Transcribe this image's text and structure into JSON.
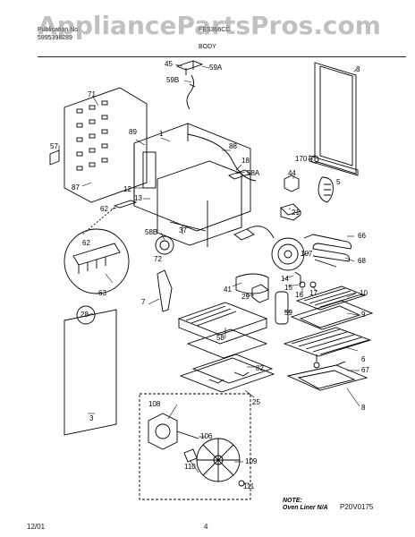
{
  "header": {
    "line1_left": "Publication No.",
    "line2_left": "5995398289",
    "model": "FES366CC",
    "section": "BODY"
  },
  "watermark": "AppliancePartsPros.com",
  "footer": {
    "date": "12/01",
    "page": "4",
    "code": "P20V0175"
  },
  "note": {
    "line1": "NOTE:",
    "line2": "Oven Liner N/A"
  },
  "callouts": [
    "45",
    "59A",
    "59B",
    "3",
    "71",
    "89",
    "1",
    "88",
    "18",
    "58A",
    "170",
    "44",
    "5",
    "57",
    "87",
    "12",
    "13",
    "21",
    "62",
    "58B",
    "37",
    "66",
    "62",
    "72",
    "107",
    "68",
    "14",
    "15",
    "16",
    "17",
    "10",
    "41",
    "7",
    "29",
    "59",
    "28",
    "63",
    "9",
    "58",
    "6",
    "82",
    "67",
    "25",
    "3",
    "108",
    "106",
    "8",
    "109",
    "110",
    "111"
  ]
}
